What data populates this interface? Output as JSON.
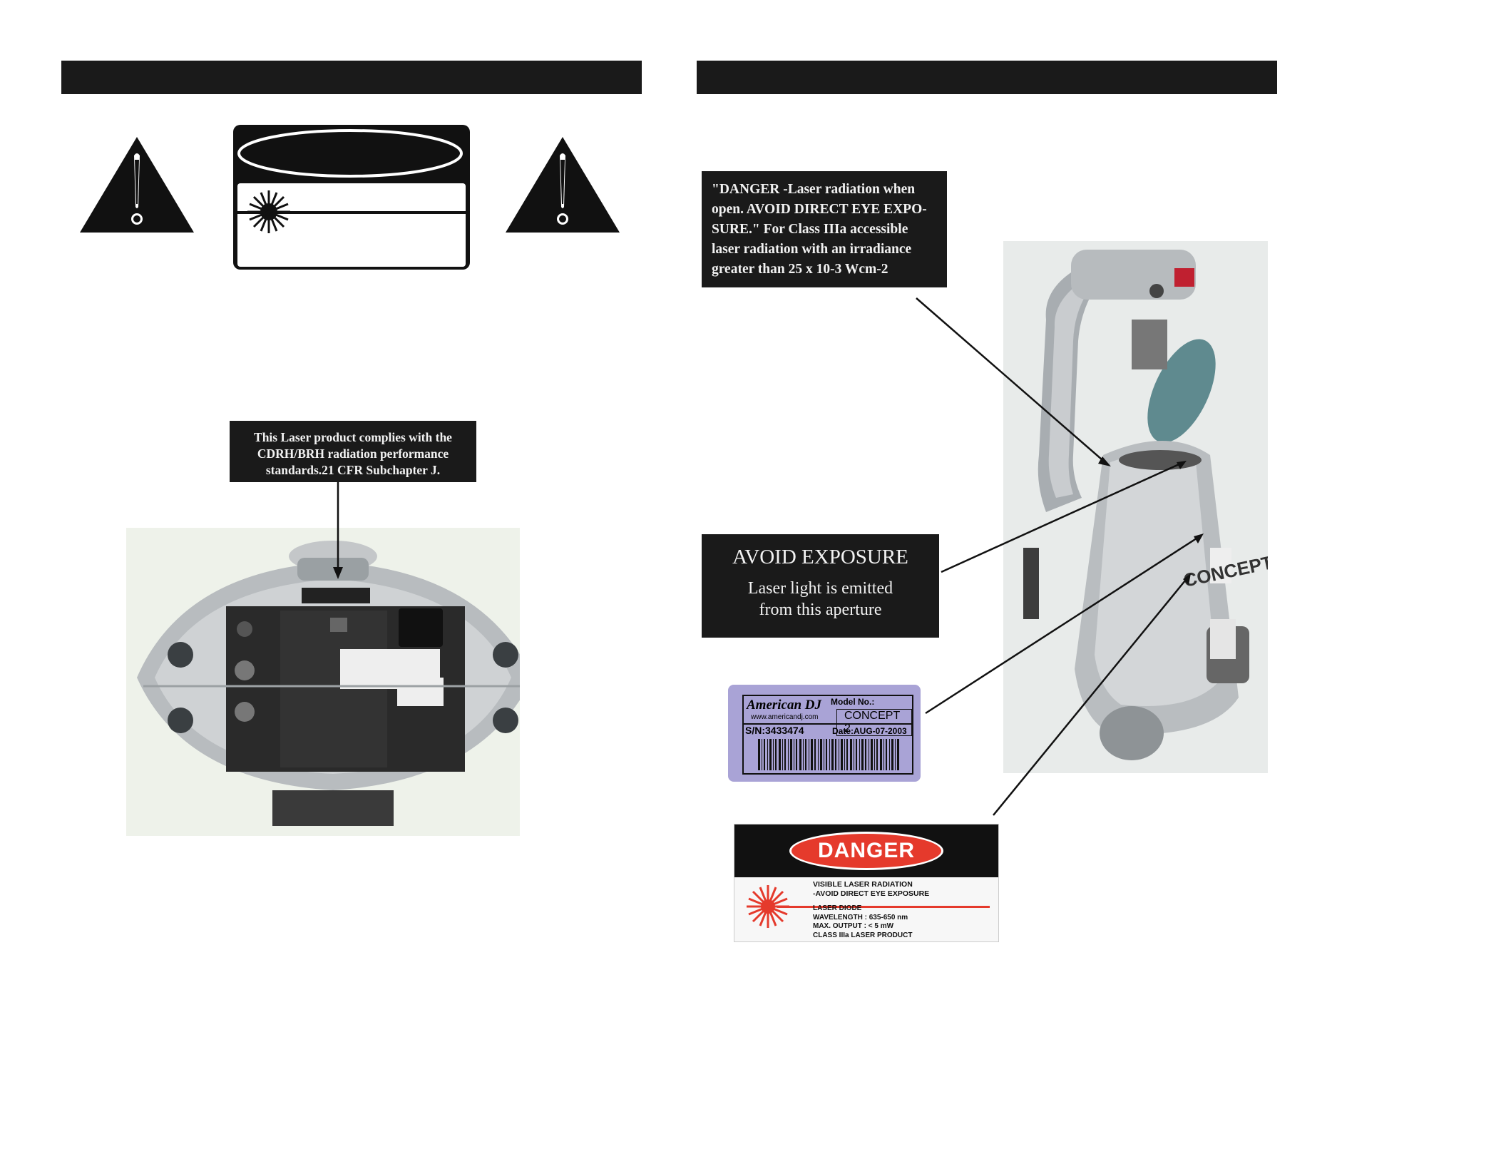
{
  "compliance_label": {
    "lines": [
      "This Laser product complies with the",
      "CDRH/BRH radiation performance",
      "standards.21 CFR Subchapter J."
    ]
  },
  "danger_open_label": {
    "lines": [
      "\"DANGER -Laser radiation when",
      "open. AVOID DIRECT EYE EXPO-",
      "SURE.\" For Class IIIa accessible",
      "laser radiation with an irradiance",
      "greater than 25 x 10-3 Wcm-2"
    ]
  },
  "avoid_exposure_label": {
    "title": "AVOID EXPOSURE",
    "lines": [
      "Laser light is emitted",
      "from this aperture"
    ]
  },
  "serial_label": {
    "brand": "American DJ",
    "url": "www.americandj.com",
    "model_caption": "Model No.:",
    "model": "CONCEPT 2",
    "serial": "S/N:3433474",
    "date": "Date:AUG-07-2003"
  },
  "danger_label": {
    "heading": "DANGER",
    "warn_lines": [
      "VISIBLE LASER RADIATION",
      "-AVOID DIRECT EYE EXPOSURE"
    ],
    "spec_lines": [
      "LASER DIODE",
      "WAVELENGTH : 635-650 nm",
      "MAX. OUTPUT : < 5 mW",
      "CLASS IIIa LASER PRODUCT"
    ]
  },
  "fixture_photo": {
    "brand_text": "CONCEPT"
  },
  "colors": {
    "danger_red": "#e53a2c",
    "label_purple": "#a9a3d6",
    "bar_black": "#1a1a1a"
  }
}
